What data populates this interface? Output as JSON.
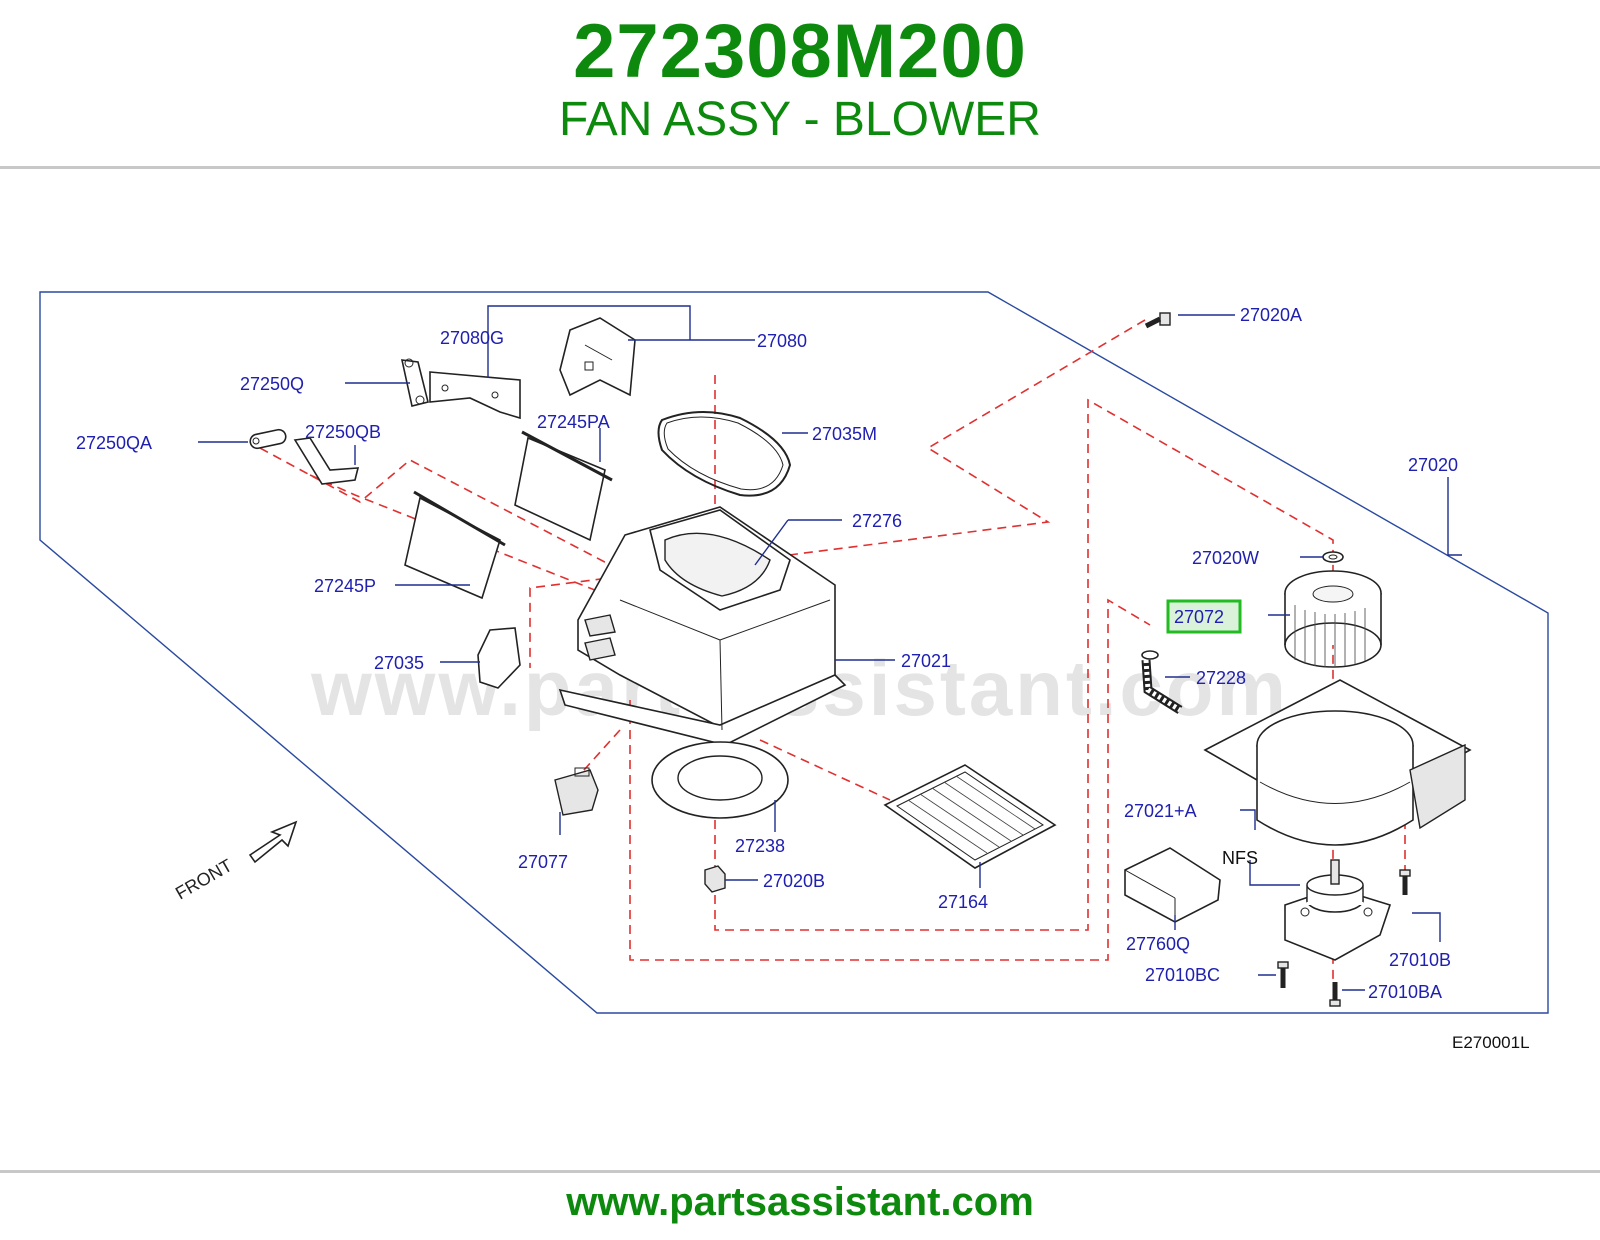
{
  "header": {
    "part_number": "272308M200",
    "part_name": "FAN ASSY - BLOWER"
  },
  "diagram": {
    "watermark": "www.partsassistant.com",
    "diagram_code": "E270001L",
    "front_label": "FRONT",
    "highlighted_part": "27072",
    "callouts": {
      "c27020A": "27020A",
      "c27080G": "27080G",
      "c27080": "27080",
      "c27250Q": "27250Q",
      "c27250QA": "27250QA",
      "c27250QB": "27250QB",
      "c27245PA": "27245PA",
      "c27035M": "27035M",
      "c27020": "27020",
      "c27276": "27276",
      "c27020W": "27020W",
      "c27245P": "27245P",
      "c27072": "27072",
      "c27035": "27035",
      "c27021": "27021",
      "c27228": "27228",
      "c27021A": "27021+A",
      "cNFS": "NFS",
      "c27077": "27077",
      "c27238": "27238",
      "c27020B": "27020B",
      "c27164": "27164",
      "c27760Q": "27760Q",
      "c27010B": "27010B",
      "c27010BC": "27010BC",
      "c27010BA": "27010BA"
    },
    "colors": {
      "title_green": "#0d8a0d",
      "callout_blue": "#2020b0",
      "guide_red": "#e03030",
      "highlight_green": "#22bb22"
    }
  },
  "footer": {
    "url": "www.partsassistant.com"
  }
}
